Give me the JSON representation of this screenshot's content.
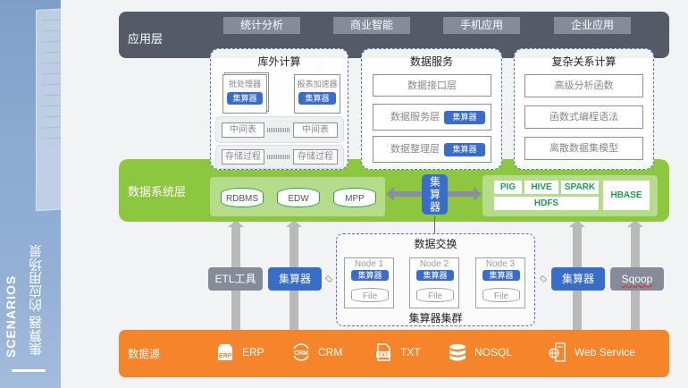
{
  "sidebar": {
    "title_en": "SCENARIOS",
    "title_cn": "集算器 的应用场景"
  },
  "colors": {
    "app_layer": "#545b67",
    "system_layer": "#8dc63f",
    "source_layer": "#f5842a",
    "calc_blue": "#3a6cc9",
    "tool_gray": "#858b98"
  },
  "app_layer": {
    "label": "应用层",
    "tags": [
      "统计分析",
      "商业智能",
      "手机应用",
      "企业应用"
    ]
  },
  "groups": {
    "offline": {
      "title": "库外计算",
      "batch": "批处理器",
      "report": "报表加速器",
      "calc": "集算器",
      "intermediate": "中间表",
      "stored_proc": "存储过程"
    },
    "data_service": {
      "title": "数据服务",
      "rows": [
        {
          "label": "数据接口层",
          "calc": ""
        },
        {
          "label": "数据服务层",
          "calc": "集算器"
        },
        {
          "label": "数据整理层",
          "calc": "集算器"
        }
      ]
    },
    "complex": {
      "title": "复杂关系计算",
      "rows": [
        "高级分析函数",
        "函数式编程语法",
        "离散数据集模型"
      ]
    }
  },
  "system_layer": {
    "label": "数据系统层",
    "databases": [
      "RDBMS",
      "EDW",
      "MPP"
    ],
    "center_calc": "集算器",
    "hadoop": {
      "tools": [
        "PIG",
        "HIVE",
        "SPARK"
      ],
      "hdfs": "HDFS",
      "hbase": "HBASE"
    }
  },
  "middle": {
    "etl": "ETL工具",
    "calc_left": "集算器",
    "calc_right": "集算器",
    "sqoop": "Sqoop",
    "exchange": {
      "title": "数据交换",
      "footer": "集算器集群",
      "nodes": [
        {
          "name": "Node 1",
          "calc": "集算器",
          "file": "File"
        },
        {
          "name": "Node 2",
          "calc": "集算器",
          "file": "File"
        },
        {
          "name": "Node 3",
          "calc": "集算器",
          "file": "File"
        }
      ]
    }
  },
  "source_layer": {
    "label": "数据源",
    "items": [
      {
        "icon": "erp-icon",
        "label": "ERP"
      },
      {
        "icon": "crm-icon",
        "label": "CRM"
      },
      {
        "icon": "txt-file-icon",
        "label": "TXT"
      },
      {
        "icon": "database-icon",
        "label": "NOSQL"
      },
      {
        "icon": "web-service-icon",
        "label": "Web Service"
      }
    ]
  }
}
